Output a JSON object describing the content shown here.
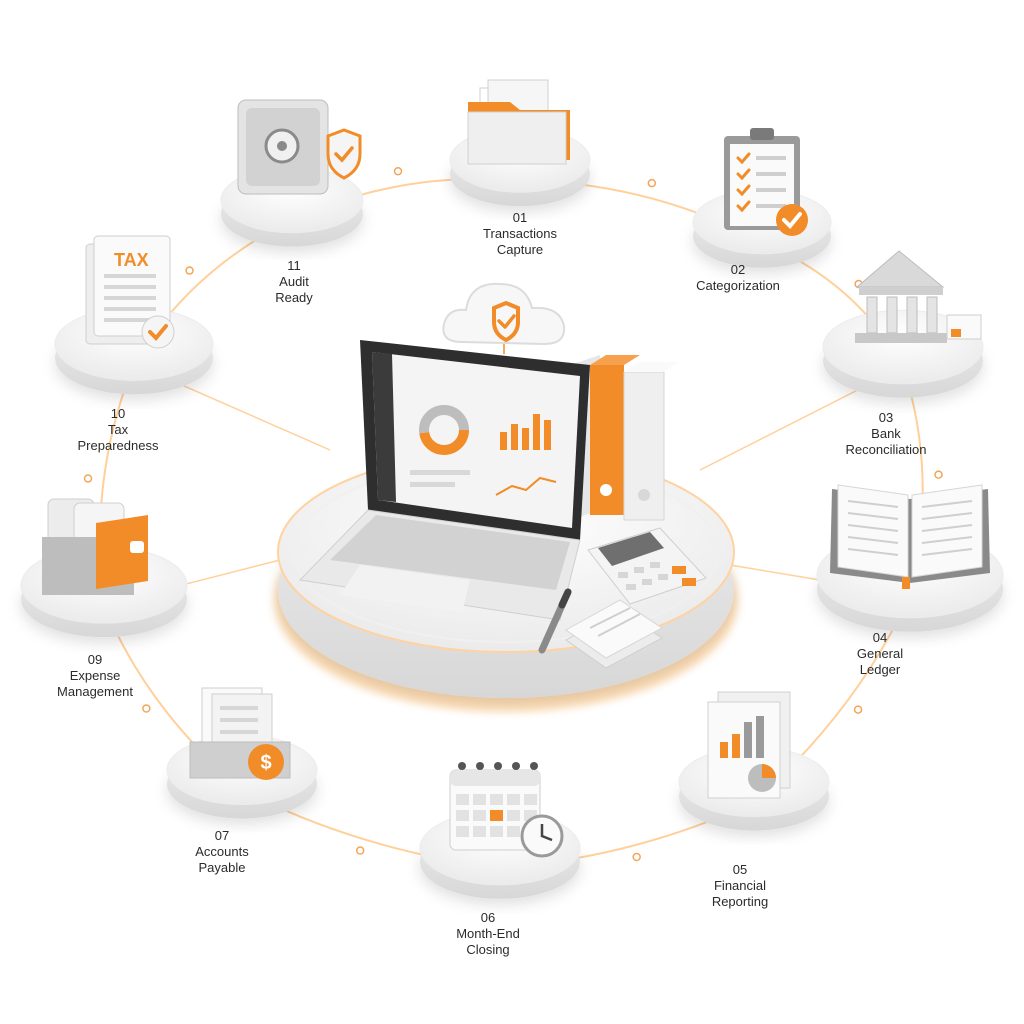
{
  "colors": {
    "accent": "#F28C28",
    "glow": "#FFC27A",
    "pedestal": "#F3F3F3",
    "icon_gray": "#CFCFCF",
    "text": "#2B2B2B"
  },
  "center": {
    "label": "",
    "icons": [
      "laptop-dashboard-icon",
      "cloud-shield-icon",
      "binders-icon",
      "calculator-icon",
      "pen-icon",
      "paper-stack-icon"
    ]
  },
  "nodes": [
    {
      "id": "01",
      "num": "01",
      "label": "Transactions\nCapture",
      "icon": "folder-documents-icon"
    },
    {
      "id": "02",
      "num": "02",
      "label": "Categorization",
      "icon": "clipboard-checklist-icon"
    },
    {
      "id": "03",
      "num": "03",
      "label": "Bank\nReconciliation",
      "icon": "bank-building-icon"
    },
    {
      "id": "04",
      "num": "04",
      "label": "General\nLedger",
      "icon": "open-ledger-book-icon"
    },
    {
      "id": "05",
      "num": "05",
      "label": "Financial\nReporting",
      "icon": "report-chart-icon"
    },
    {
      "id": "06",
      "num": "06",
      "label": "Month-End\nClosing",
      "icon": "calendar-clock-icon"
    },
    {
      "id": "07",
      "num": "07",
      "label": "Accounts\nPayable",
      "icon": "document-tray-dollar-icon"
    },
    {
      "id": "09",
      "num": "09",
      "label": "Expense\nManagement",
      "icon": "wallet-cards-icon"
    },
    {
      "id": "10",
      "num": "10",
      "label": "Tax\nPreparedness",
      "icon": "tax-document-icon"
    },
    {
      "id": "11",
      "num": "11",
      "label": "Audit\nReady",
      "icon": "safe-shield-icon"
    }
  ],
  "tax_doc_text": "TAX",
  "dollar_sign": "$"
}
